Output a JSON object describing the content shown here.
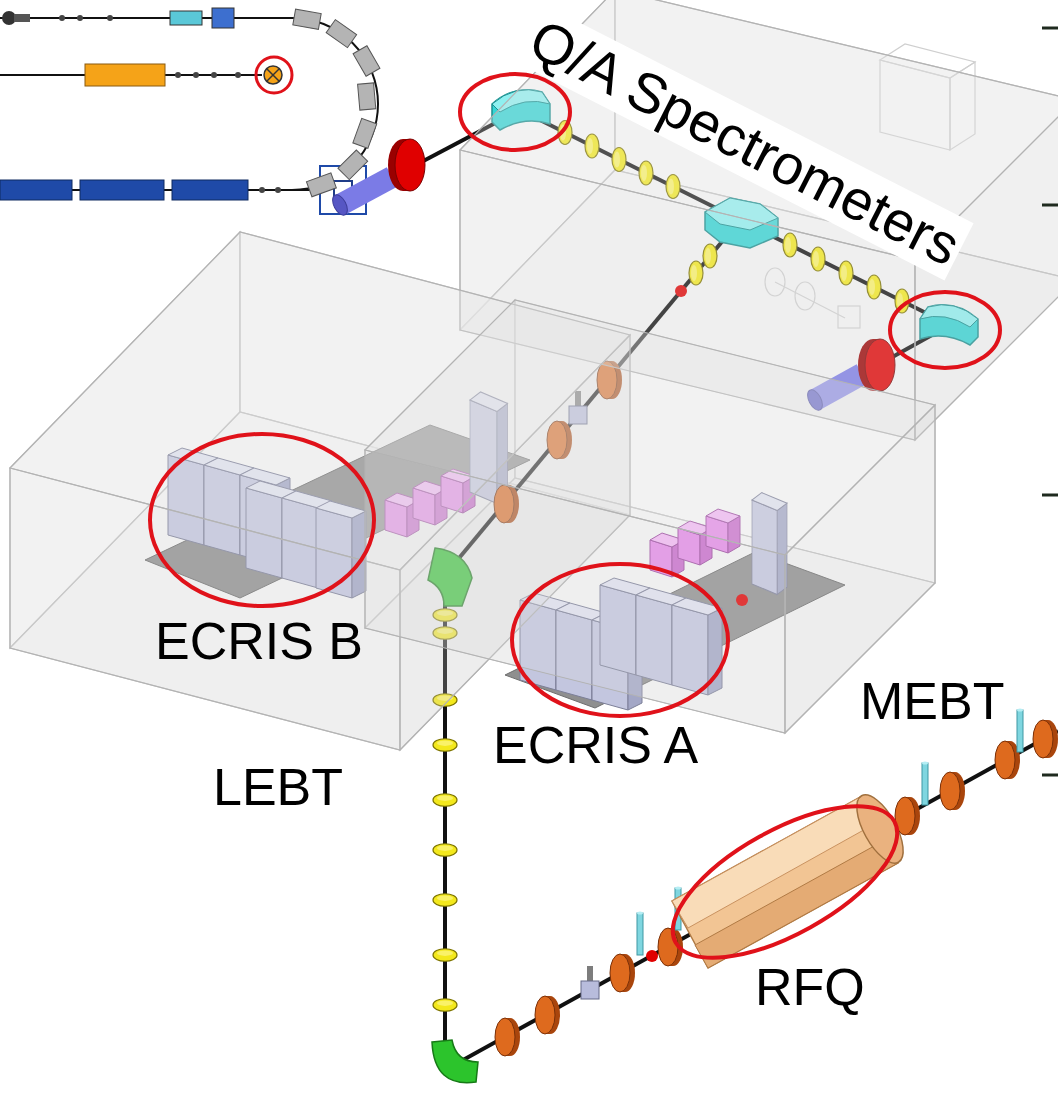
{
  "diagram": {
    "labels": [
      "Q/A Spectrometers",
      "ECRIS B",
      "MEBT",
      "ECRIS A",
      "LEBT",
      "RFQ"
    ]
  }
}
